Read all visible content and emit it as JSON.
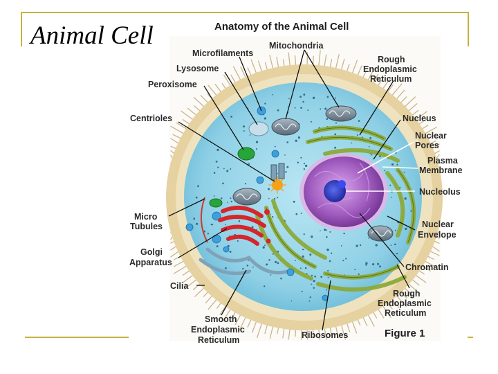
{
  "slide": {
    "title": "Animal Cell",
    "accent_color": "#c8b33b"
  },
  "diagram": {
    "title": "Anatomy of the Animal Cell",
    "figure_caption": "Figure 1",
    "labels": {
      "microfilaments": "Microfilaments",
      "mitochondria": "Mitochondria",
      "lysosome": "Lysosome",
      "peroxisome": "Peroxisome",
      "centrioles": "Centrioles",
      "micro_tubules_1": "Micro",
      "micro_tubules_2": "Tubules",
      "golgi_1": "Golgi",
      "golgi_2": "Apparatus",
      "cilia": "Cilia",
      "smooth_er_1": "Smooth",
      "smooth_er_2": "Endoplasmic",
      "smooth_er_3": "Reticulum",
      "ribosomes": "Ribosomes",
      "rough_er_top_1": "Rough",
      "rough_er_top_2": "Endoplasmic",
      "rough_er_top_3": "Reticulum",
      "nucleus": "Nucleus",
      "nuclear_pores_1": "Nuclear",
      "nuclear_pores_2": "Pores",
      "plasma_membrane_1": "Plasma",
      "plasma_membrane_2": "Membrane",
      "nucleolus": "Nucleolus",
      "nuclear_envelope_1": "Nuclear",
      "nuclear_envelope_2": "Envelope",
      "chromatin": "Chromatin",
      "rough_er_bottom_1": "Rough",
      "rough_er_bottom_2": "Endoplasmic",
      "rough_er_bottom_3": "Reticulum"
    },
    "colors": {
      "cytoplasm": "#8fd0e6",
      "membrane": "#e8d7a8",
      "cilia": "#c9b48e",
      "nucleus": "#a25ec0",
      "nucleolus": "#2a39c8",
      "golgi": "#d6262b",
      "rough_er": "#8caa3a",
      "mitochondria": "#6b7e8f",
      "peroxisome": "#26a53a",
      "centriole": "#f3a21c"
    }
  }
}
